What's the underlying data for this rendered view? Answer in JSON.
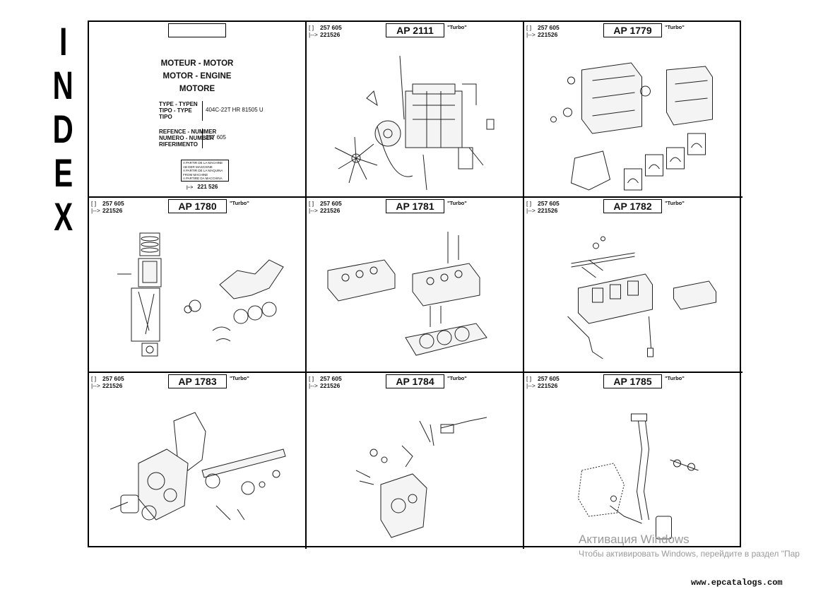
{
  "index": {
    "letters": [
      "I",
      "N",
      "D",
      "E",
      "X"
    ]
  },
  "cover": {
    "titles": [
      "MOTEUR - MOTOR",
      "MOTOR - ENGINE",
      "MOTORE"
    ],
    "type_labels": [
      "TYPE - TYPEN",
      "TIPO - TYPE",
      "TIPO"
    ],
    "type_value": "404C-22T HR 81505 U",
    "ref_labels": [
      "REFENCE - NUMMER",
      "NUMERO - NUMBER",
      "RIFERIMENTO"
    ],
    "ref_value": "257 605",
    "note_lines": [
      "A PARTIR DE LA MACHINE",
      "AB DER MASCHINE",
      "A PARTIR DE LA MAQUINA",
      "FROM MACHINE",
      "A PARTIRE DA MACCHINA"
    ],
    "serial": "221 526"
  },
  "sheets": [
    {
      "ref": "257 605",
      "serial": "221526",
      "ap": "AP 2111",
      "tag": "\"Turbo\""
    },
    {
      "ref": "257 605",
      "serial": "221526",
      "ap": "AP 1779",
      "tag": "\"Turbo\""
    },
    {
      "ref": "257 605",
      "serial": "221526",
      "ap": "AP 1780",
      "tag": "\"Turbo\""
    },
    {
      "ref": "257 605",
      "serial": "221526",
      "ap": "AP 1781",
      "tag": "\"Turbo\""
    },
    {
      "ref": "257 605",
      "serial": "221526",
      "ap": "AP 1782",
      "tag": "\"Turbo\""
    },
    {
      "ref": "257 605",
      "serial": "221526",
      "ap": "AP 1783",
      "tag": "\"Turbo\""
    },
    {
      "ref": "257 605",
      "serial": "221526",
      "ap": "AP 1784",
      "tag": "\"Turbo\""
    },
    {
      "ref": "257 605",
      "serial": "221526",
      "ap": "AP 1785",
      "tag": "\"Turbo\""
    }
  ],
  "symbols": {
    "ref": "[ ]",
    "serial": "|-->"
  },
  "watermark": {
    "line1": "Активация Windows",
    "line2": "Чтобы активировать Windows, перейдите в раздел \"Пар"
  },
  "footer": {
    "url": "www.epcatalogs.com"
  }
}
